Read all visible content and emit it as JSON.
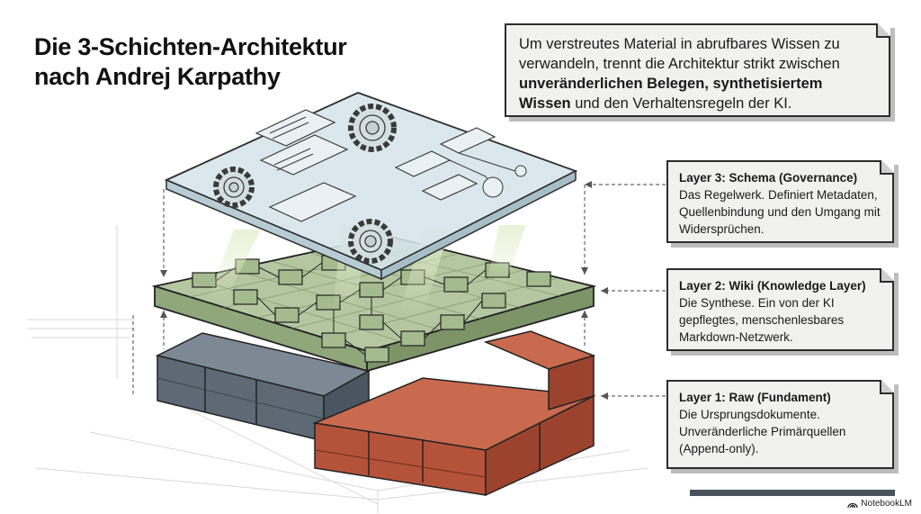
{
  "title": {
    "line1": "Die 3-Schichten-Architektur",
    "line2": "nach Andrej Karpathy"
  },
  "intro": {
    "text_part1": "Um verstreutes Material in abrufbares Wissen zu verwandeln, trennt die Architektur strikt zwischen ",
    "bold_part": "unveränderlichen Belegen, synthetisiertem Wissen",
    "text_part2": " und den Verhaltensregeln der KI."
  },
  "layers": [
    {
      "title": "Layer 3: Schema (Governance)",
      "body": "Das Regelwerk. Definiert Metadaten, Quellenbindung und den Umgang mit Widersprüchen."
    },
    {
      "title": "Layer 2: Wiki (Knowledge Layer)",
      "body": "Die Synthese. Ein von der KI gepflegtes, menschenlesbares Markdown-Netzwerk."
    },
    {
      "title": "Layer 1: Raw (Fundament)",
      "body": "Die Ursprungsdokumente. Unveränderliche Primärquellen (Append-only)."
    }
  ],
  "footer": {
    "brand": "NotebookLM",
    "brand_icon": "notebooklm-logo-icon"
  },
  "colors": {
    "glass": "#d9e6ea",
    "wiki_green": "#a9bd95",
    "stone_gray": "#5e6b78",
    "brick_red": "#b8553b",
    "note_bg": "#f1f1f0"
  }
}
